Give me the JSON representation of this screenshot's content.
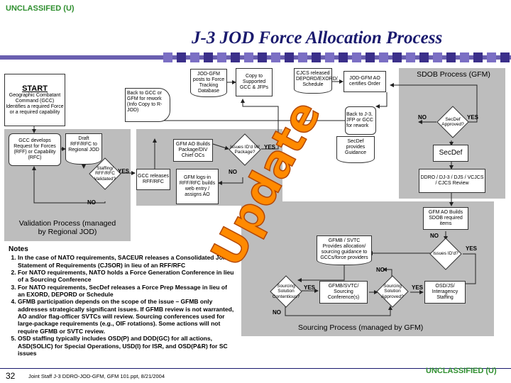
{
  "header": {
    "classification_top": "UNCLASSIFED (U)",
    "title": "J-3 JOD Force Allocation Process"
  },
  "colors": {
    "classification": "#2f8f2f",
    "title": "#1a1a6e",
    "update": "#ff8a00",
    "panel": "#bdbdbd"
  },
  "start": {
    "title": "START",
    "text": "Geographic Combatant Command (GCC) Identifies a required Force or a required capability"
  },
  "validation": {
    "develops": "GCC develops Request for Forces (RFF) or Capability (RFC)",
    "draft": "Draft RFF/RFC to Regional JOD",
    "decision": "Staffing/ RFF/RFC Validated?",
    "yes": "YES",
    "no": "NO",
    "label": "Validation Process (managed by Regional JOD)"
  },
  "back_to_gcc": "Back to GCC or GFM for rework (Info Copy to R-JOD)",
  "jod_gfm": {
    "posts": "JOD-GFM posts to Force Tracking Database",
    "copy": "Copy to Supported GCC & JFPs",
    "builds": "GFM AO Builds Package/DIV Chief OCs",
    "decision": "Issues ID'd W/ Package?",
    "yes": "YES",
    "no": "NO",
    "releases": "GCC releases RFF/RFC",
    "logs": "GFM logs-in RFF/RFC builds web entry / assigns AO"
  },
  "cjcs": {
    "released": "CJCS released DEPORD/EXORD/ Schedule",
    "certifies": "JOD-GFM AO certifies Order",
    "back": "Back to J-3, JFP or GCC for rework"
  },
  "sdob": {
    "label": "SDOB Process (GFM)",
    "decision": "SecDef Approved?",
    "no": "NO",
    "yes": "YES",
    "guidance": "SecDef provides Guidance",
    "secdef": "SecDef",
    "review": "DDRO / DJ-3 / DJS / VCJCS / CJCS Review"
  },
  "sourcing": {
    "builds": "GFM AO Builds SDOB required items",
    "no_top": "NO",
    "issues": "Issues ID'd?",
    "yes_issues": "YES",
    "gfmb": "GFMB / SVTC Provides allocation/ sourcing guidance to GCCs/force providers",
    "no_mid": "NO",
    "contentious": "Sourcing Solution Contentious?",
    "yes1": "YES",
    "conference": "GFMB/SVTC/ Sourcing Conference(s)",
    "approved": "Sourcing Solution Approved?",
    "yes2": "YES",
    "interagency": "OSD/JS/ Interagency Staffing",
    "no_bottom": "NO",
    "label": "Sourcing Process (managed by GFM)"
  },
  "notes": {
    "heading": "Notes",
    "items": [
      "In the case of NATO requirements, SACEUR releases a Consolidated Joint Statement of Requirements (CJSOR) in lieu of an RFF/RFC",
      "For NATO requirements, NATO holds a Force Generation Conference in lieu of a Sourcing Conference",
      "For NATO requirements, SecDef releases a Force Prep Message in lieu of an EXORD, DEPORD or Schedule",
      "GFMB participation depends on the scope of the issue – GFMB only addresses strategically significant issues.  If GFMB review is not warranted, AO and/or flag-officer SVTCs will review.  Sourcing conferences used for large-package requirements (e.g., OIF rotations).  Some actions will not require GFMB or SVTC review.",
      "OSD staffing typically includes OSD(P) and DOD(GC) for all actions, ASD(SOLIC) for Special Operations, USD(I) for ISR, and OSD(P&R) for SC issues"
    ]
  },
  "watermark": "Update",
  "footer": {
    "page": "32",
    "source": "Joint Staff J-3 DDRO-JOD-GFM, GFM 101.ppt,  8/21/2004",
    "classification_bottom": "UNCLASSIFIED (U)"
  }
}
